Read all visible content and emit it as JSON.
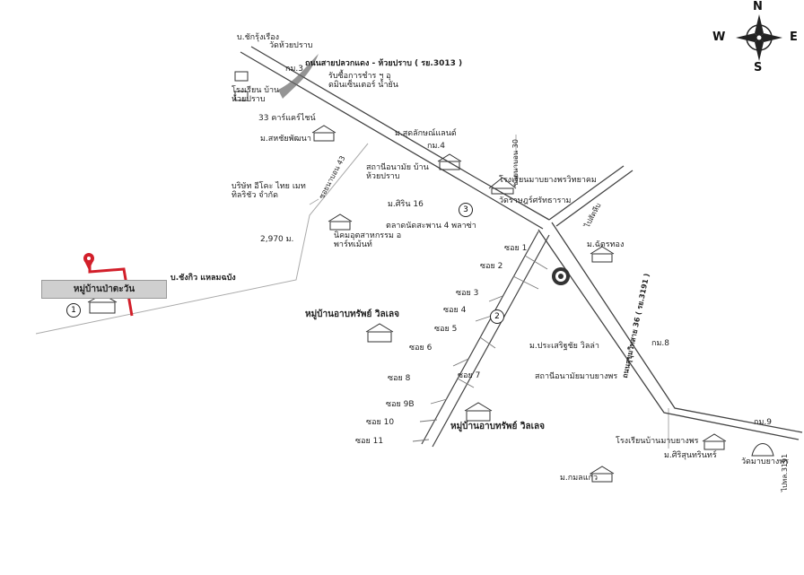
{
  "compass": {
    "n": "N",
    "s": "S",
    "e": "E",
    "w": "W"
  },
  "highway_top": "ถนนสายปลวกแดง - ห้วยปราบ ( รย.3013 )",
  "places": {
    "ban_chak_rung_ruang": "บ.ชักรุ้งเรือง",
    "wat_huai_prab": "วัดห้วยปราบ",
    "km3": "กม.3",
    "rong_rian_huai_prab": "โรงเรียน บ้านห้วยปราบ",
    "rubber_co": "รับซื้อการชำร ฯ อุดมินเซ็นเตอร์ น้ำยัน",
    "carpark_33": "33 คาร์แคร์ไชน์",
    "m_sahachai": "ม.สหชัยพัฒนา",
    "m_sut": "ม.สุดลักษณ์แลนด์",
    "km4": "กม.4",
    "health_station": "สถานีอนามัย บ้านห้วยปราบ",
    "soi43": "ซอยนาบอน 43",
    "company": "บริษัท อีโคะ ไทย เมททิลริชัว จำกัด",
    "distance": "2,970 ม.",
    "soi30": "ซอยนาบอน 30",
    "school_map_yang": "โรงเรียนมาบยางพรวิทยาคม",
    "wat_rat": "วัดราษฎร์ศรัทธาราม",
    "m_sirin": "ม.ศิริน 16",
    "market": "ตลาดนัดสะพาน 4 พลาซ่า",
    "niket": "นิคมอุตสาหกรรม อพาร์ทเม้นท์",
    "m_chatthong": "ม.ฉัตรทอง",
    "ban_chang_kio": "บ.ชังกิว แหลมฉบัง",
    "mu_ban_pa_ta_wan": "หมู่บ้านป่าตะวัน",
    "mu_ban_athap_1": "หมู่บ้านอาบทรัพย์ วิลเลจ",
    "mu_ban_athap_2": "หมู่บ้านอาบทรัพย์ วิลเลจ",
    "m_prasert": "ม.ประเสริฐชัย วิลล่า",
    "km8": "กม.8",
    "health_map_yang": "สถานีอนามัยมาบยางพร",
    "school_ban_map_yang": "โรงเรียนบ้านมาบยางพร",
    "m_siri_sunthorn": "ม.ศิริสุนทรินทร์",
    "wat_map_yang": "วัดมาบยางพร",
    "km9": "กม.9",
    "to_pluak_daeng": "ไปทล.3191",
    "m_kamon": "ม.กมลแก้ว",
    "ban_huai_prab_road": "ไปสัตหีบ",
    "main_road": "ถนนสุขุมวิทสาย 36 ( รย.3191 )"
  },
  "sois": [
    "ซอย 1",
    "ซอย 2",
    "ซอย 3",
    "ซอย 4",
    "ซอย 5",
    "ซอย 6",
    "ซอย 7",
    "ซอย 8",
    "ซอย 9B",
    "ซอย 10",
    "ซอย 11"
  ],
  "route_numbers": [
    "1",
    "2",
    "3"
  ]
}
